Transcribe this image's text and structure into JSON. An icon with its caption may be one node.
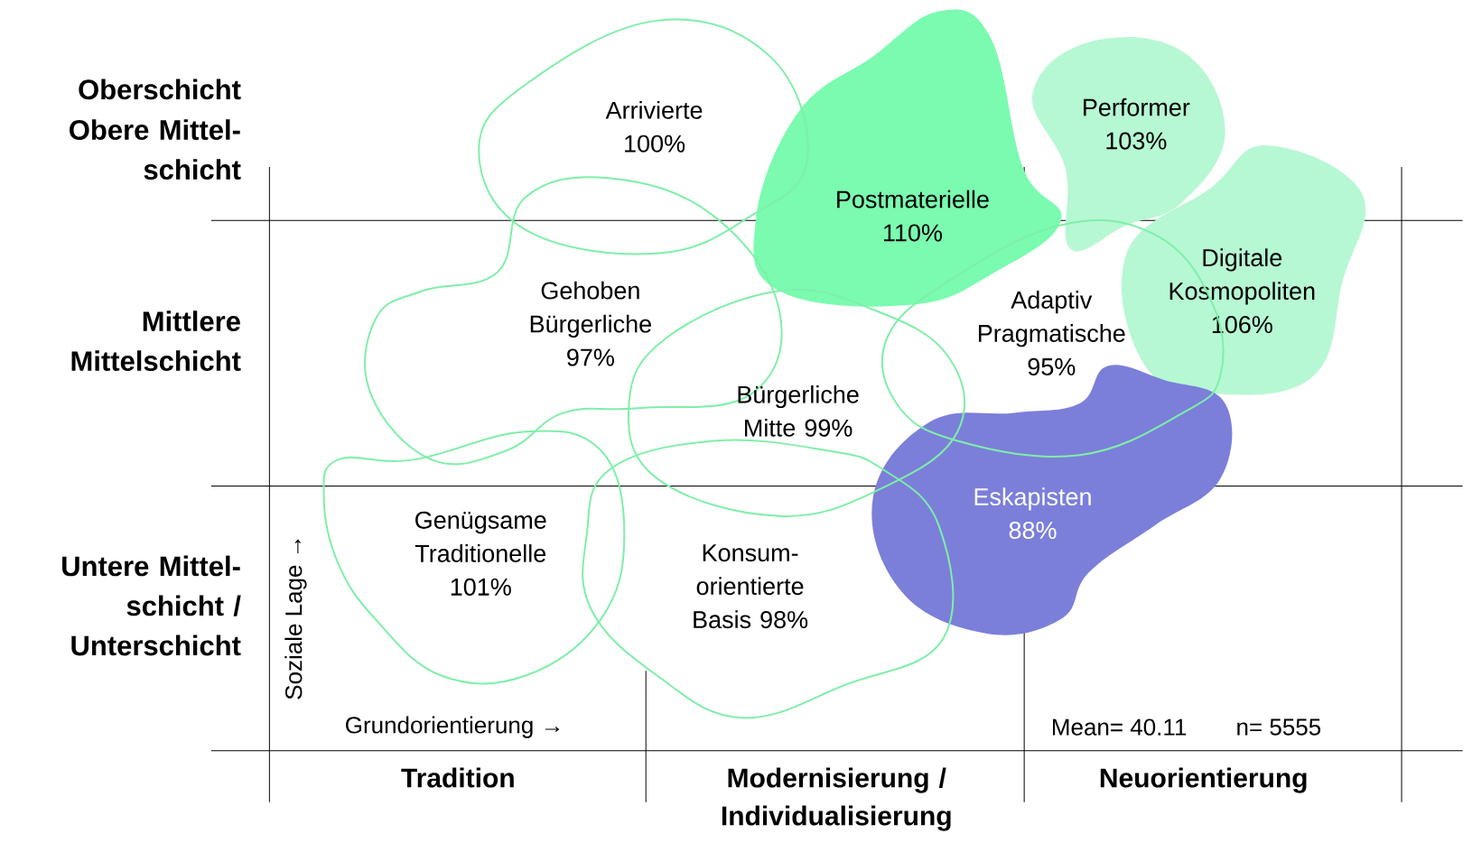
{
  "diagram": {
    "nodes": [
      {
        "text": [
          "Arrivierte 100%"
        ]
      },
      {
        "text": [
          "Postmaterielle 110%"
        ]
      },
      {
        "text": [
          "Performer 103%"
        ]
      },
      {
        "text": [
          "Digitale Kosmopoliten 106%"
        ]
      },
      {
        "text": [
          "Gehoben Bürgerliche 97%"
        ]
      },
      {
        "text": [
          "Adaptiv Pragmatische 95%"
        ]
      },
      {
        "text": [
          "Bürgerliche Mitte 99%"
        ]
      },
      {
        "text": [
          "Genügsame Traditionelle 101%"
        ]
      },
      {
        "text": [
          "Eskapisten 88%"
        ]
      },
      {
        "text": [
          "Konsum-orientierte Basis 98%"
        ]
      }
    ],
    "labels": [
      "Oberschicht",
      "Obere Mittel-schicht",
      "Mittlere Mittelschicht",
      "Untere Mittel-schicht / Unterschicht",
      "Soziale Lage →",
      "Grundorientierung →",
      "Mean= 40.11",
      "n= 5555",
      "Tradition",
      "Modernisierung / Individualisierung",
      "Neuorientierung"
    ]
  }
}
